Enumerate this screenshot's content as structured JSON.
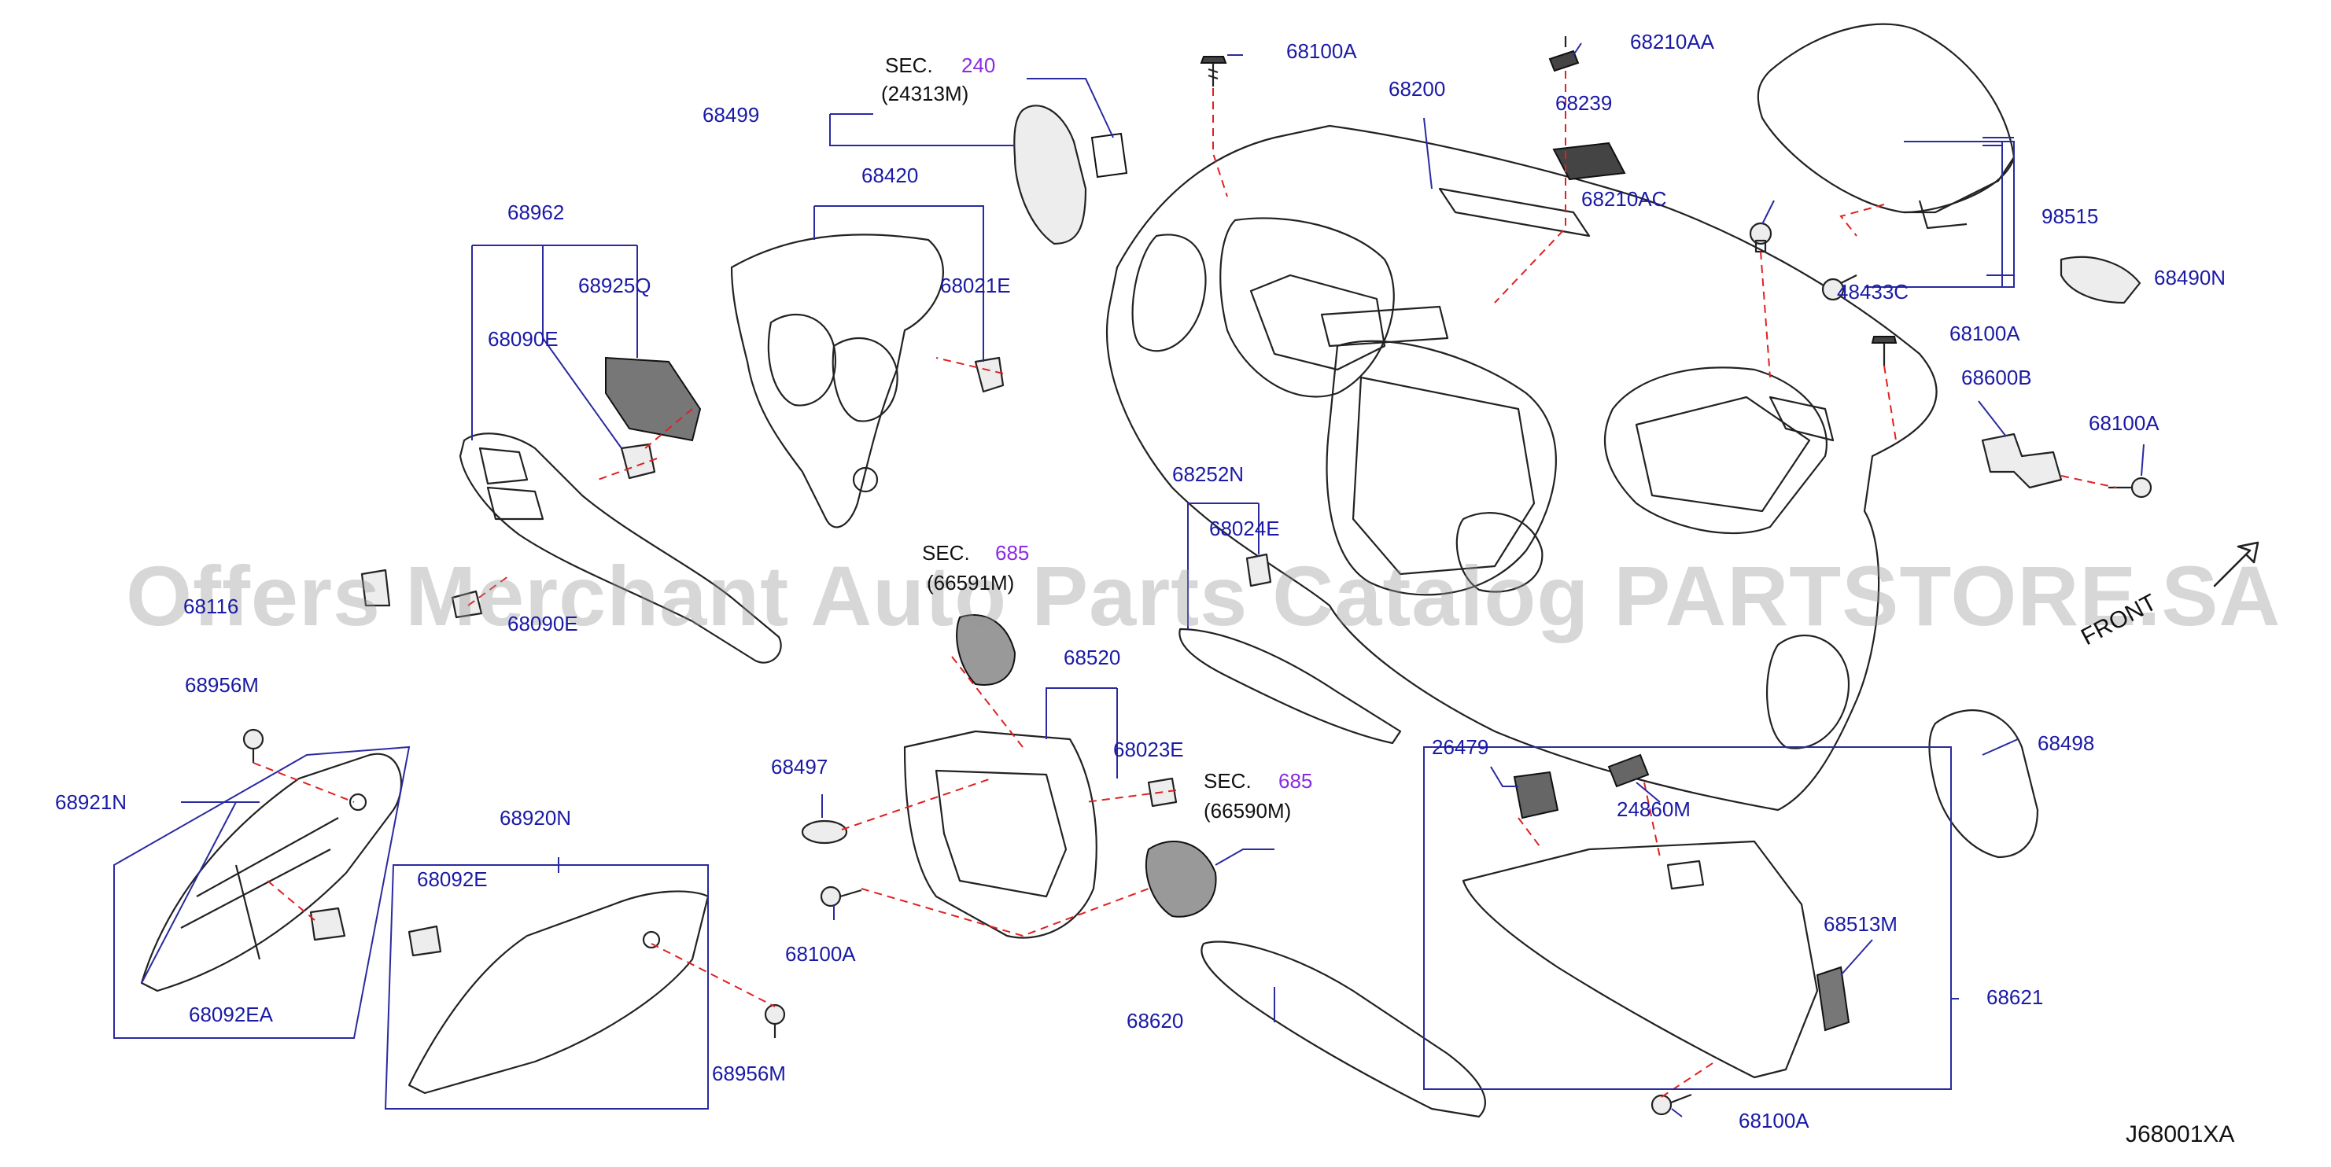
{
  "labels": {
    "sec_240_prefix": "SEC.",
    "sec_240_num": "240",
    "sec_240_sub": "(24313M)",
    "p68499": "68499",
    "p68420": "68420",
    "p68021E": "68021E",
    "p68962": "68962",
    "p68925Q": "68925Q",
    "p68090E": "68090E",
    "p6811x": "68116",
    "p6809x": "68090E",
    "p68100A_top": "68100A",
    "p68200": "68200",
    "p68210AA": "68210AA",
    "p68239": "68239",
    "p68210AC": "68210AC",
    "p48433C": "48433C",
    "p98515": "98515",
    "p68490N": "68490N",
    "p68100A_right1": "68100A",
    "p68600B": "68600B",
    "p68100A_right2": "68100A",
    "p68252N": "68252N",
    "p68024E": "68024E",
    "sec_685a_prefix": "SEC.",
    "sec_685a_num": "685",
    "sec_685a_sub": "(66591M)",
    "p68956M_top": "68956M",
    "p68921N": "68921N",
    "p68092EA": "68092EA",
    "p68920N": "68920N",
    "p68092E": "68092E",
    "p68956M_bottom": "68956M",
    "p68497": "68497",
    "p68100A_mid": "68100A",
    "p68520": "68520",
    "p68023E": "68023E",
    "sec_685b_prefix": "SEC.",
    "sec_685b_num": "685",
    "sec_685b_sub": "(66590M)",
    "p68620": "68620",
    "p26479": "26479",
    "p24860M": "24860M",
    "p68513M": "68513M",
    "p68621": "68621",
    "p68100A_bottom": "68100A",
    "p68498": "68498"
  },
  "front_label": "FRONT",
  "diagram_code": "J68001XA",
  "watermark": "Offers Merchant Auto Parts Catalog PARTSTORE.SA",
  "colors": {
    "label_blue": "#1a1aa6",
    "section_purple": "#8a2be2",
    "leader_blue": "#2a2aa0",
    "dashed_red": "#e02020",
    "line_art": "#222222"
  }
}
